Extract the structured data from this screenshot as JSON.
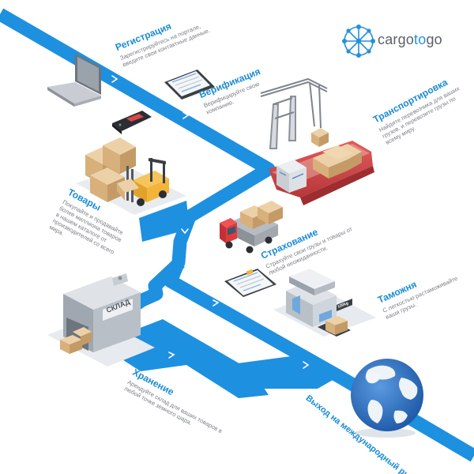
{
  "brand": {
    "name_prefix": "cargo",
    "name_highlight": "to",
    "name_suffix": "go"
  },
  "steps": [
    {
      "id": "registration",
      "title": "Регистрация",
      "desc": "Зарегистрируйтесь на портале, введите свои контактные данные."
    },
    {
      "id": "verification",
      "title": "Верификация",
      "desc": "Верифицируйте свою компанию."
    },
    {
      "id": "transport",
      "title": "Транспортировка",
      "desc": "Найдите перевозчика для ваших грузов, и перевозите грузы по всему миру."
    },
    {
      "id": "goods",
      "title": "Товары",
      "desc": "Покупайте и продавайте более миллиона товаров в нашем каталоге от производителей со всего мира."
    },
    {
      "id": "insurance",
      "title": "Страхование",
      "desc": "Страхуйте свои грузы и товары от любой неожиданности."
    },
    {
      "id": "customs",
      "title": "Таможня",
      "desc": "С легкостью растаможивайте ваши грузы."
    },
    {
      "id": "storage",
      "title": "Хранение",
      "desc": "Арендуйте склад для ваших товаров в любой точке земного шара."
    },
    {
      "id": "market",
      "title": "Выход на международный рынок",
      "desc": ""
    }
  ],
  "warehouse_sign": "СКЛАД",
  "scale_reading": "100kg",
  "colors": {
    "road": "#1e90e0",
    "accent": "#2591d9",
    "text_gray": "#7a7f86",
    "ship_hull": "#d8484a",
    "truck_cab": "#e03b3b",
    "forklift": "#f3b43a",
    "box": "#dcb98a",
    "globe_water": "#2f6fc0",
    "globe_land": "#eef3f8"
  }
}
